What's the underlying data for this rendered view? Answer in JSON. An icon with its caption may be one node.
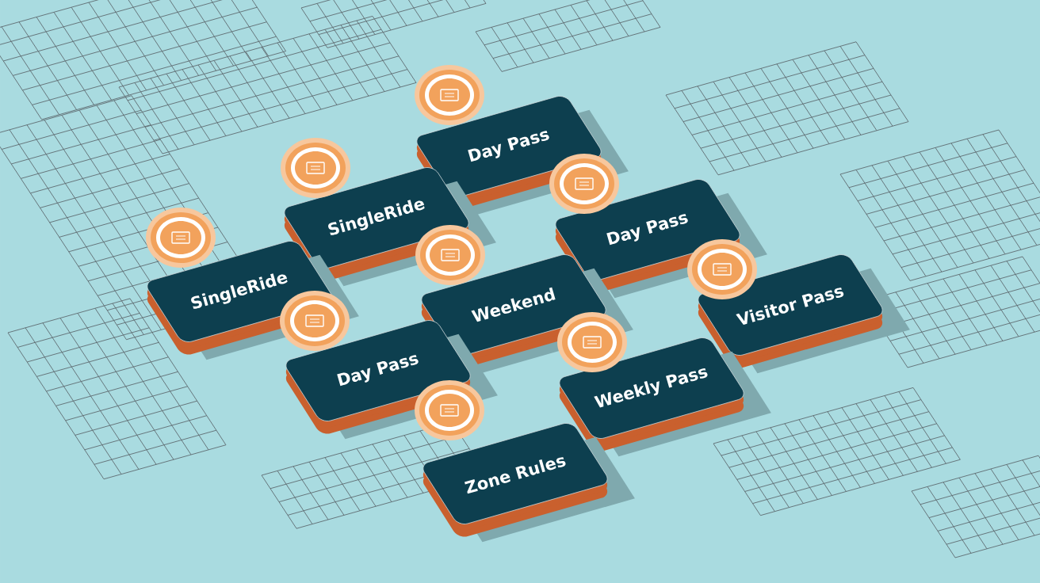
{
  "diagram": {
    "nodes": [
      {
        "text": [
          "Day Pass"
        ]
      },
      {
        "text": [
          "SingleRide"
        ]
      },
      {
        "text": [
          "Day Pass"
        ]
      },
      {
        "text": [
          "SingleRide"
        ]
      },
      {
        "text": [
          "Weekend"
        ]
      },
      {
        "text": [
          "Visitor Pass"
        ]
      },
      {
        "text": [
          "Day Pass"
        ]
      },
      {
        "text": [
          "Weekly Pass"
        ]
      },
      {
        "text": [
          "Zone Rules"
        ]
      }
    ]
  }
}
